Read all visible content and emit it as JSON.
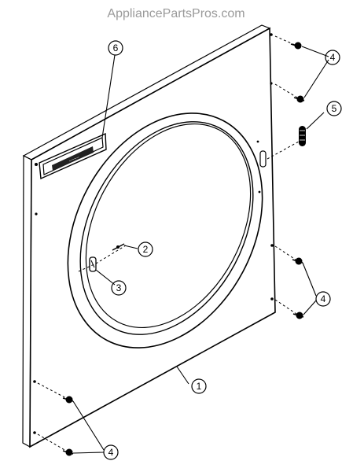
{
  "watermark": "AppliancePartsPros.com",
  "callouts": [
    {
      "id": "callout-1",
      "label": "1"
    },
    {
      "id": "callout-2",
      "label": "2"
    },
    {
      "id": "callout-3",
      "label": "3"
    },
    {
      "id": "callout-4a",
      "label": "4"
    },
    {
      "id": "callout-4b",
      "label": "4"
    },
    {
      "id": "callout-4c",
      "label": "4"
    },
    {
      "id": "callout-5",
      "label": "5"
    },
    {
      "id": "callout-6",
      "label": "6"
    }
  ]
}
